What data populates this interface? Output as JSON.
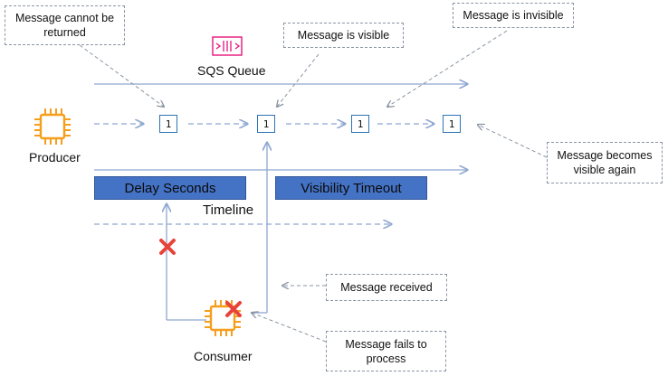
{
  "queue": {
    "title": "SQS Queue",
    "icon": "sqs-queue-icon",
    "accent": "#e7157b"
  },
  "producer": {
    "label": "Producer",
    "icon": "chip-icon",
    "color": "#f59e1b"
  },
  "consumer": {
    "label": "Consumer",
    "icon": "chip-icon",
    "color": "#f59e1b"
  },
  "timeline": {
    "label": "Timeline"
  },
  "bands": {
    "delay": "Delay Seconds",
    "visibility": "Visibility Timeout",
    "color": "#4472c4"
  },
  "messages": [
    "1",
    "1",
    "1",
    "1"
  ],
  "callouts": {
    "cannot_return": "Message cannot be returned",
    "visible": "Message is visible",
    "invisible": "Message is invisible",
    "visible_again": "Message becomes visible again",
    "received": "Message received",
    "fails": "Message fails to process"
  },
  "colors": {
    "arrow": "#8fa8d0",
    "callout_border": "#8a94a3",
    "fail_mark": "#e8433a",
    "message_border": "#2e75b6"
  }
}
